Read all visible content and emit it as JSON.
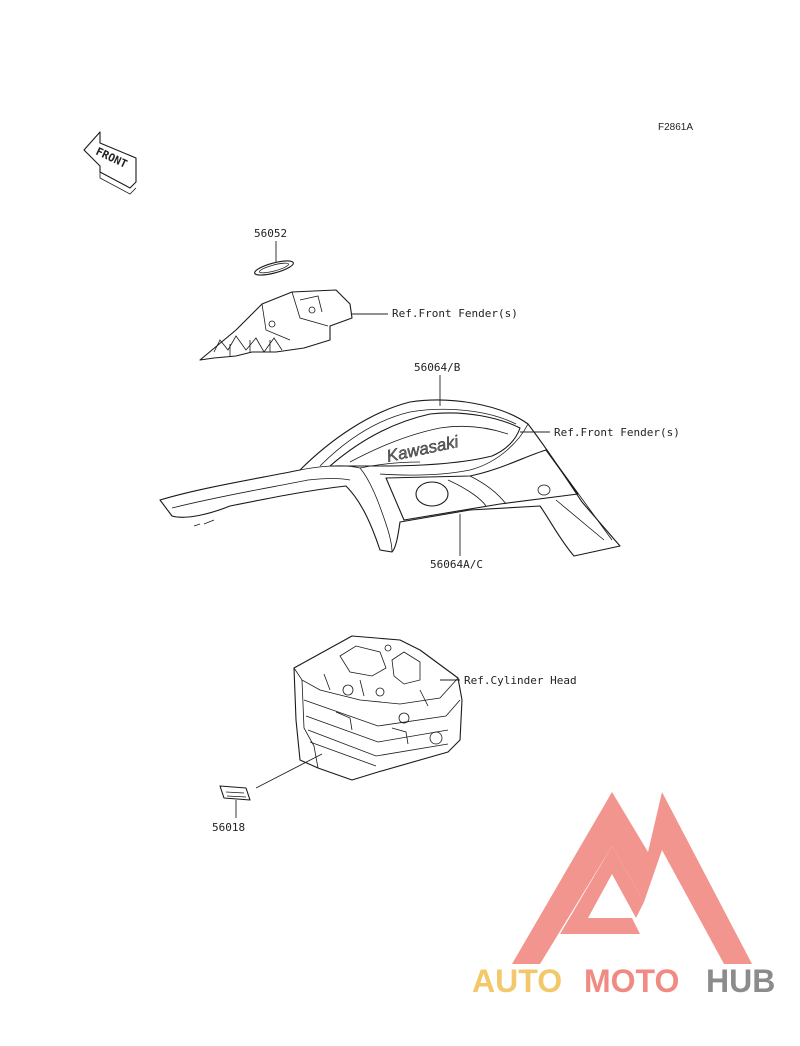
{
  "diagram": {
    "figure_code": "F2861A",
    "front_indicator": "FRONT",
    "callouts": [
      {
        "part_number": "56052"
      },
      {
        "part_number": "56064/B"
      },
      {
        "part_number": "56064A/C"
      },
      {
        "part_number": "56018"
      }
    ],
    "references": [
      {
        "text": "Ref.Front Fender(s)"
      },
      {
        "text": "Ref.Front Fender(s)"
      },
      {
        "text": "Ref.Cylinder Head"
      }
    ],
    "decal_text": "Kawasaki"
  },
  "watermark": {
    "brand_parts": [
      "AUTO",
      "MOTO",
      "HUB"
    ],
    "colors": {
      "auto": "#f2c86a",
      "moto": "#f08a82",
      "hub": "#8c8c8c",
      "logo": "#f08a82"
    }
  }
}
